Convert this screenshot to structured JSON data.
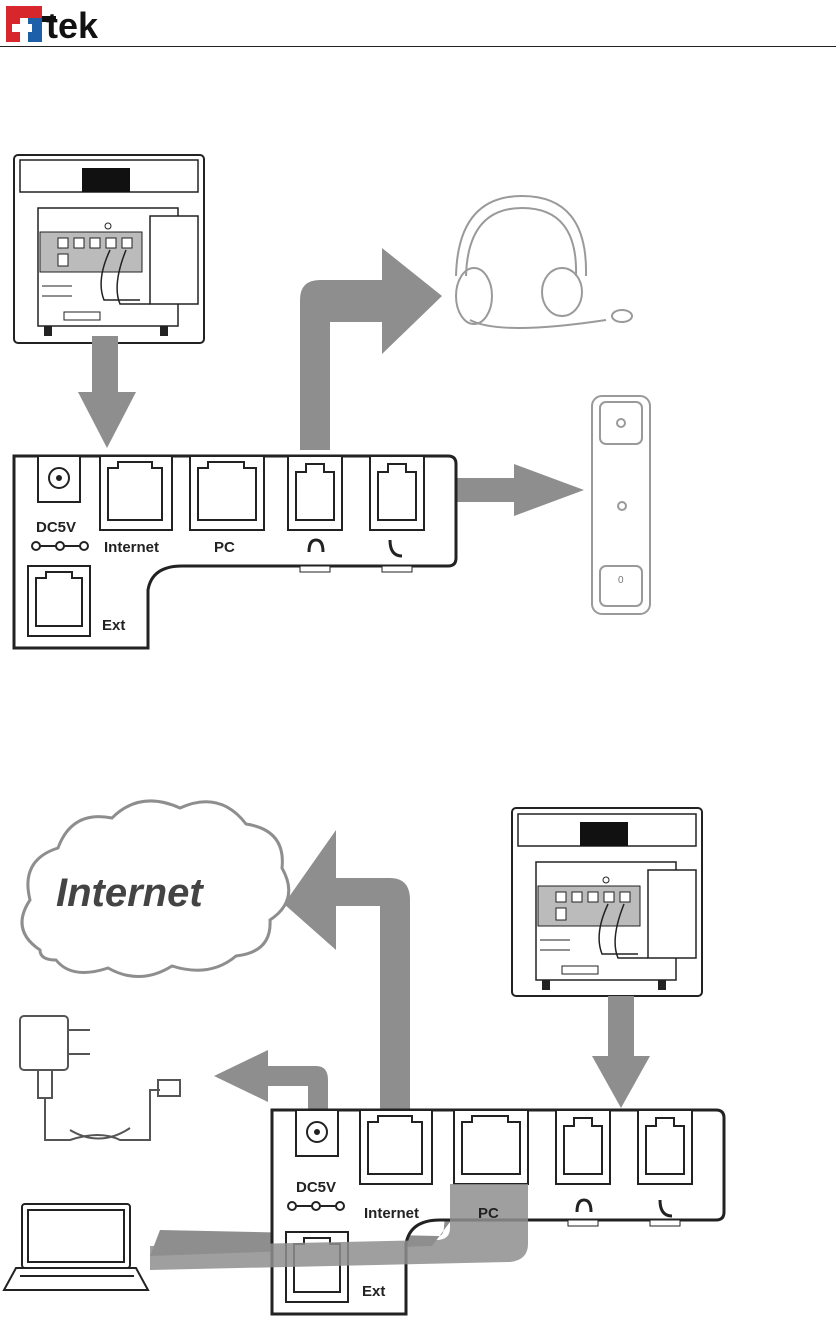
{
  "brand": {
    "logo_text": "Htek"
  },
  "diagram1": {
    "ports": {
      "dc": "DC5V",
      "internet": "Internet",
      "pc": "PC",
      "ext": "Ext"
    }
  },
  "diagram2": {
    "cloud_label": "Internet",
    "ports": {
      "dc": "DC5V",
      "internet": "Internet",
      "pc": "PC",
      "ext": "Ext"
    }
  },
  "handset": {
    "digit": "0"
  }
}
